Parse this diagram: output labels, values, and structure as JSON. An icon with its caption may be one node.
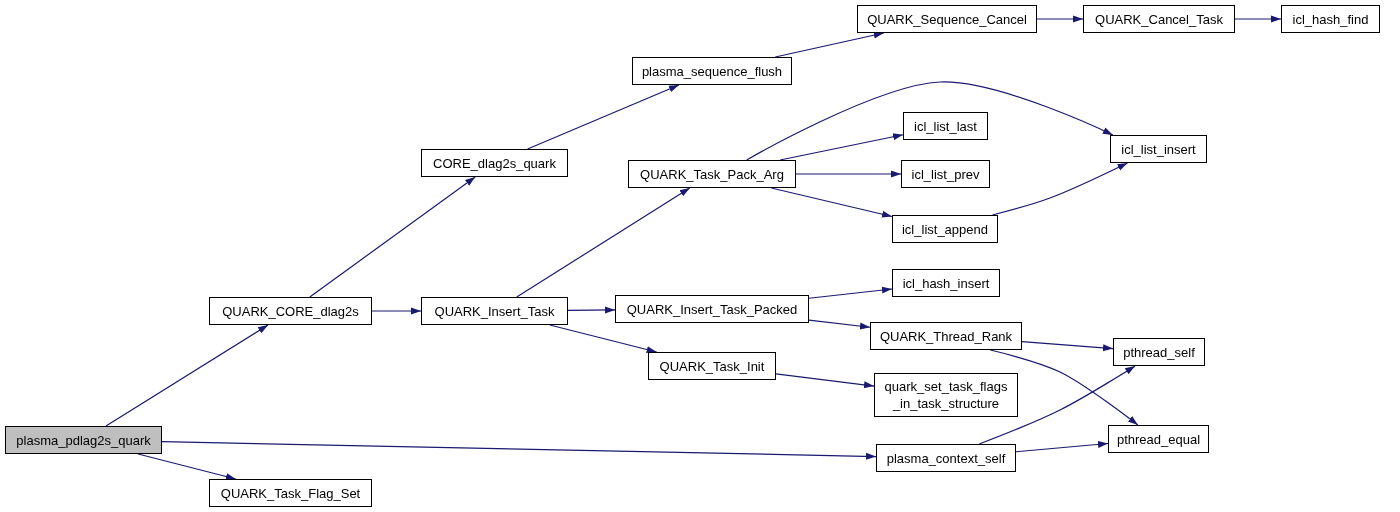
{
  "diagram": {
    "nodes": [
      {
        "text": [
          "plasma_pdlag2s_quark"
        ]
      },
      {
        "text": [
          "QUARK_CORE_dlag2s"
        ]
      },
      {
        "text": [
          "QUARK_Task_Flag_Set"
        ]
      },
      {
        "text": [
          "CORE_dlag2s_quark"
        ]
      },
      {
        "text": [
          "QUARK_Insert_Task"
        ]
      },
      {
        "text": [
          "plasma_sequence_flush"
        ]
      },
      {
        "text": [
          "QUARK_Sequence_Cancel"
        ]
      },
      {
        "text": [
          "QUARK_Cancel_Task"
        ]
      },
      {
        "text": [
          "icl_hash_find"
        ]
      },
      {
        "text": [
          "QUARK_Task_Pack_Arg"
        ]
      },
      {
        "text": [
          "icl_list_last"
        ]
      },
      {
        "text": [
          "icl_list_prev"
        ]
      },
      {
        "text": [
          "icl_list_append"
        ]
      },
      {
        "text": [
          "icl_list_insert"
        ]
      },
      {
        "text": [
          "QUARK_Insert_Task_Packed"
        ]
      },
      {
        "text": [
          "icl_hash_insert"
        ]
      },
      {
        "text": [
          "QUARK_Task_Init"
        ]
      },
      {
        "text": [
          "QUARK_Thread_Rank"
        ]
      },
      {
        "text": [
          "quark_set_task_flags _in_task_structure"
        ]
      },
      {
        "text": [
          "plasma_context_self"
        ]
      },
      {
        "text": [
          "pthread_self"
        ]
      },
      {
        "text": [
          "pthread_equal"
        ]
      }
    ],
    "edges": [
      {
        "from": 0,
        "to": 1,
        "arrow": "to"
      },
      {
        "from": 0,
        "to": 2,
        "arrow": "to"
      },
      {
        "from": 0,
        "to": 19,
        "arrow": "to"
      },
      {
        "from": 1,
        "to": 3,
        "arrow": "to"
      },
      {
        "from": 1,
        "to": 4,
        "arrow": "to"
      },
      {
        "from": 3,
        "to": 5,
        "arrow": "to"
      },
      {
        "from": 5,
        "to": 6,
        "arrow": "to"
      },
      {
        "from": 6,
        "to": 7,
        "arrow": "to"
      },
      {
        "from": 7,
        "to": 8,
        "arrow": "to"
      },
      {
        "from": 4,
        "to": 9,
        "arrow": "to"
      },
      {
        "from": 4,
        "to": 14,
        "arrow": "to"
      },
      {
        "from": 4,
        "to": 16,
        "arrow": "to"
      },
      {
        "from": 9,
        "to": 13,
        "arrow": "to"
      },
      {
        "from": 9,
        "to": 10,
        "arrow": "to"
      },
      {
        "from": 9,
        "to": 11,
        "arrow": "to"
      },
      {
        "from": 9,
        "to": 12,
        "arrow": "to"
      },
      {
        "from": 12,
        "to": 13,
        "arrow": "to"
      },
      {
        "from": 14,
        "to": 15,
        "arrow": "to"
      },
      {
        "from": 14,
        "to": 17,
        "arrow": "to"
      },
      {
        "from": 16,
        "to": 18,
        "arrow": "to"
      },
      {
        "from": 17,
        "to": 20,
        "arrow": "to"
      },
      {
        "from": 17,
        "to": 21,
        "arrow": "to"
      },
      {
        "from": 19,
        "to": 20,
        "arrow": "to"
      },
      {
        "from": 19,
        "to": 21,
        "arrow": "to"
      }
    ]
  }
}
